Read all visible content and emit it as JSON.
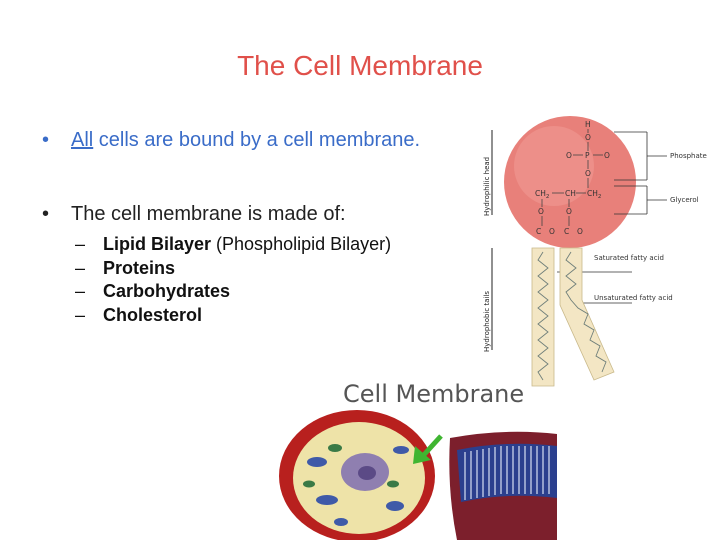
{
  "slide": {
    "title": "The Cell Membrane",
    "bullet1": {
      "emph": "All",
      "rest": " cells are bound by a cell membrane."
    },
    "bullet2": "The cell membrane is made of:",
    "sub_items": [
      {
        "bold": "Lipid Bilayer",
        "rest": " (Phospholipid Bilayer)"
      },
      {
        "bold": "Proteins",
        "rest": ""
      },
      {
        "bold": "Carbohydrates",
        "rest": ""
      },
      {
        "bold": "Cholesterol",
        "rest": ""
      }
    ]
  },
  "phospholipid_diagram": {
    "head_label": "Hydrophilic head",
    "tail_label": "Hydrophobic tails",
    "labels": {
      "phosphate": "Phosphate",
      "glycerol": "Glycerol",
      "saturated": "Saturated fatty acid",
      "unsaturated": "Unsaturated fatty acid"
    },
    "chem": {
      "H": "H",
      "O": "O",
      "P": "P",
      "CH2": "CH",
      "CH": "CH",
      "C": "C",
      "sub2": "2"
    },
    "colors": {
      "head": "#e8807a",
      "tail": "#f3e6c4"
    }
  },
  "cell_image": {
    "caption": "Cell Membrane",
    "arrow_color": "#3fb531"
  }
}
